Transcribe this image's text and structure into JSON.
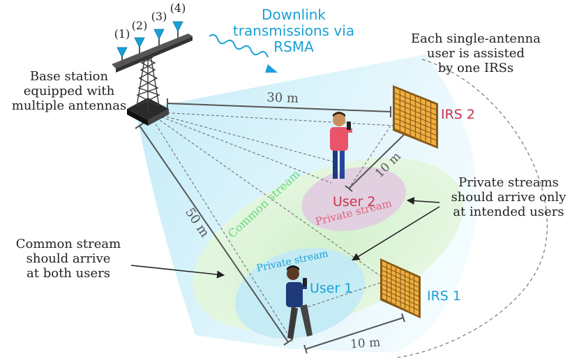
{
  "title": "Downlink transmissions via RSMA",
  "colors": {
    "title": "#1aa0d8",
    "irs1": "#1a9fd6",
    "irs2": "#c8324e",
    "user1": "#1aa0d8",
    "user2": "#c8324e",
    "common": "#66d87a",
    "distance": "#555555",
    "coverage": "#cdeff9"
  },
  "base_station": {
    "label_lines": [
      "Base station",
      "equipped with",
      "multiple antennas"
    ],
    "antennas": [
      "(1)",
      "(2)",
      "(3)",
      "(4)"
    ]
  },
  "irs_note_lines": [
    "Each single-antenna",
    "user is assisted",
    "by one IRSs"
  ],
  "irs": [
    {
      "label": "IRS 2"
    },
    {
      "label": "IRS 1"
    }
  ],
  "users": [
    {
      "label": "User 2",
      "stream": "Private stream"
    },
    {
      "label": "User 1",
      "stream": "Private stream"
    }
  ],
  "common_stream_label": "Common stream",
  "annotations": {
    "common": [
      "Common stream",
      "should arrive",
      "at both users"
    ],
    "private": [
      "Private streams",
      "should arrive only",
      "at intended users"
    ]
  },
  "distances": {
    "bs_irs2": "30 m",
    "bs_user1": "50 m",
    "irs2_user2": "10 m",
    "irs1_user1": "10 m"
  }
}
